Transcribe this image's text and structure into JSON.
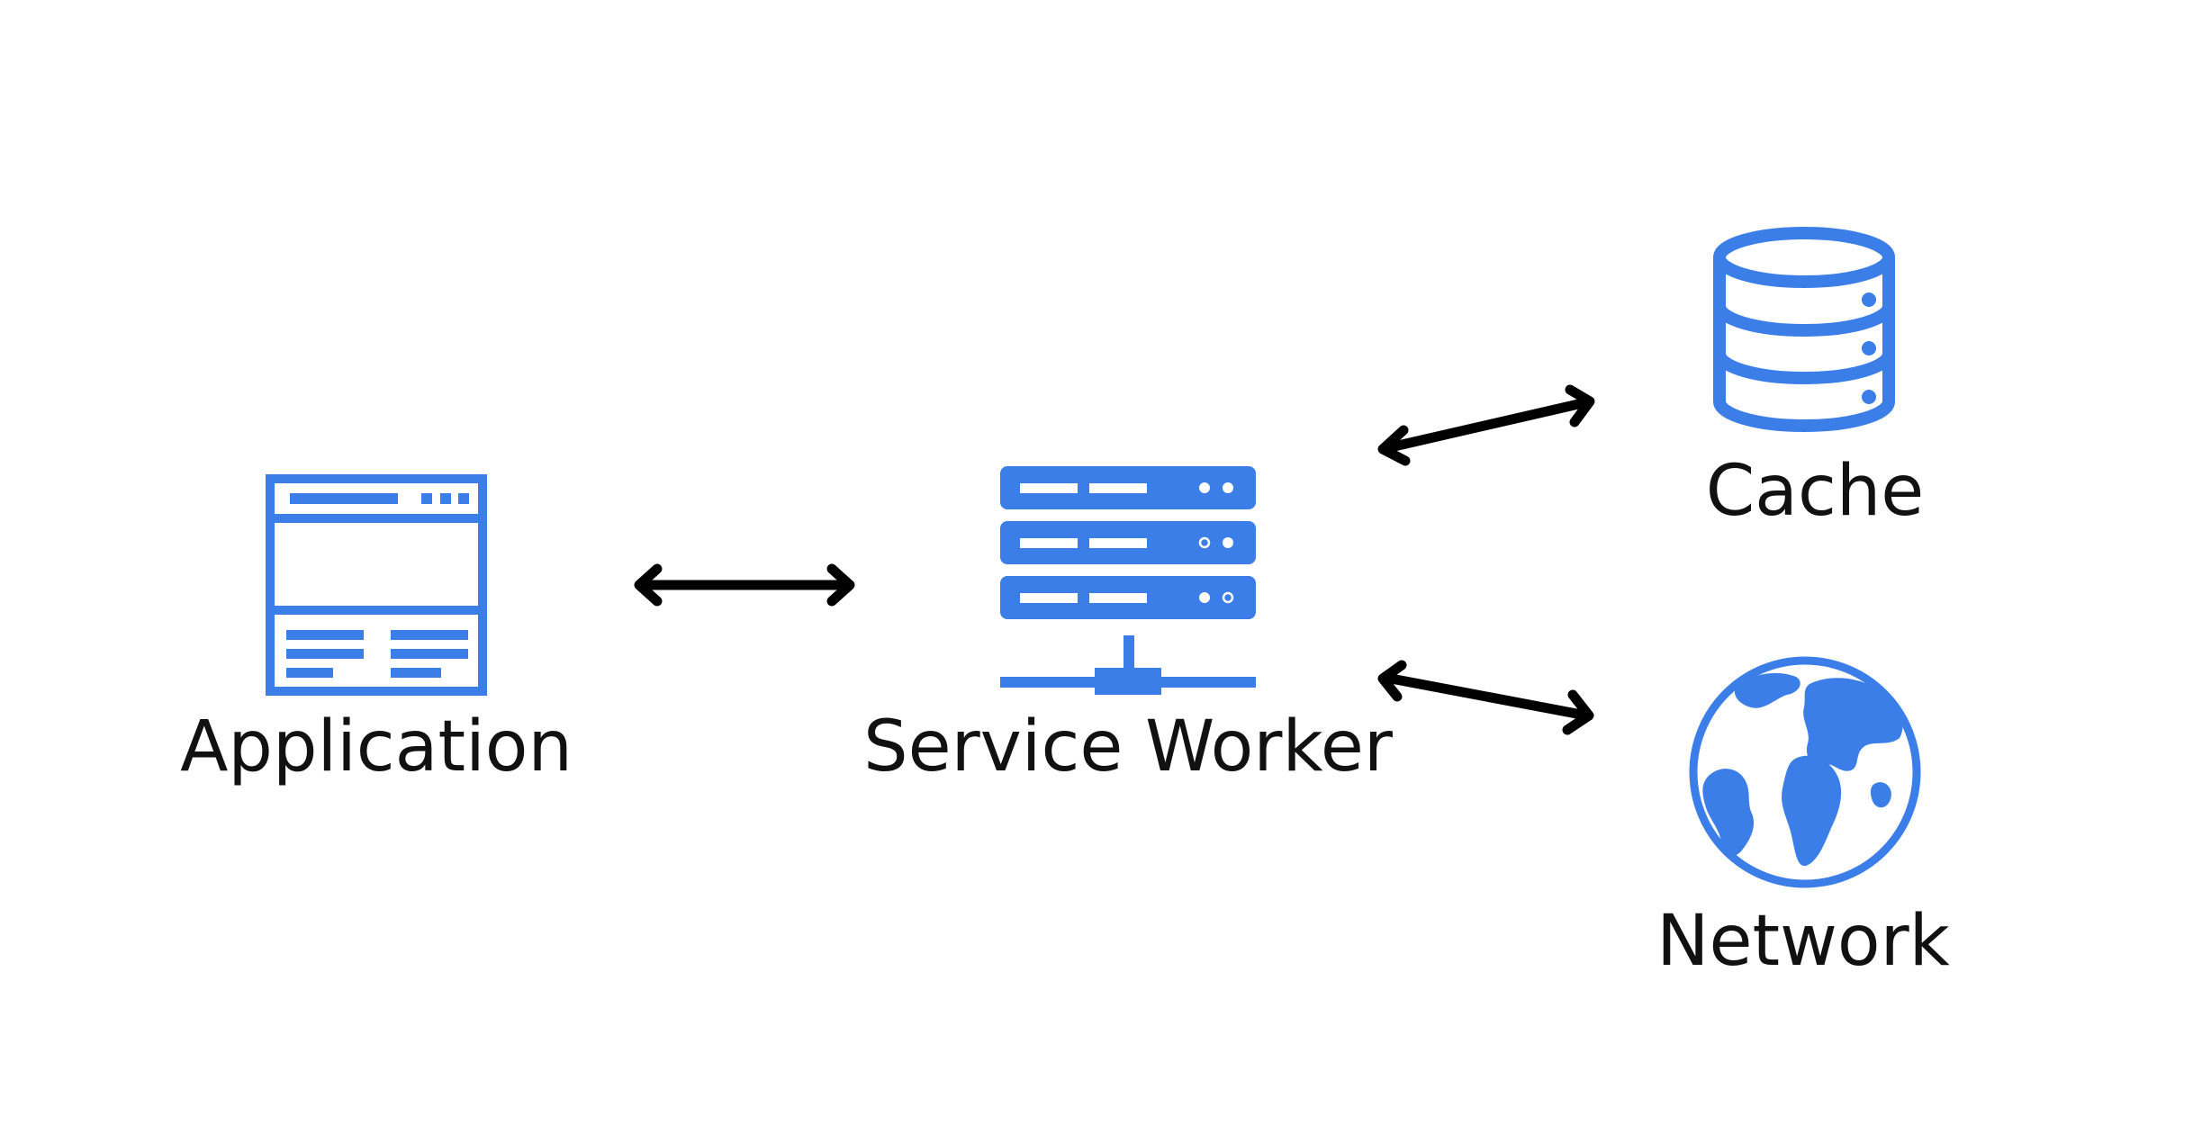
{
  "colors": {
    "icon": "#3b7ee8",
    "arrow": "#000000",
    "label": "#111111",
    "background": "#ffffff"
  },
  "nodes": {
    "application": {
      "label": "Application",
      "icon": "browser-window-icon"
    },
    "service_worker": {
      "label": "Service Worker",
      "icon": "server-rack-icon"
    },
    "cache": {
      "label": "Cache",
      "icon": "database-icon"
    },
    "network": {
      "label": "Network",
      "icon": "globe-icon"
    }
  },
  "edges": [
    {
      "from": "application",
      "to": "service_worker",
      "direction": "bidirectional"
    },
    {
      "from": "service_worker",
      "to": "cache",
      "direction": "bidirectional"
    },
    {
      "from": "service_worker",
      "to": "network",
      "direction": "bidirectional"
    }
  ]
}
